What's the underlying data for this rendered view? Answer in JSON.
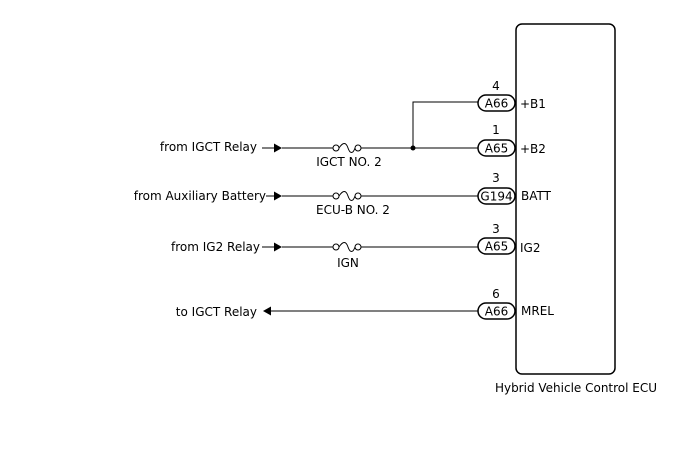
{
  "ecu": {
    "name": "Hybrid Vehicle Control ECU"
  },
  "junction_wire": {
    "connector": "A66",
    "pin": "4",
    "terminal": "+B1"
  },
  "circuits": [
    {
      "source": "from IGCT Relay",
      "direction": "in",
      "fuse": "IGCT NO. 2",
      "connector": "A65",
      "pin": "1",
      "terminal": "+B2"
    },
    {
      "source": "from Auxiliary Battery",
      "direction": "in",
      "fuse": "ECU-B NO. 2",
      "connector": "G194",
      "pin": "3",
      "terminal": "BATT"
    },
    {
      "source": "from IG2 Relay",
      "direction": "in",
      "fuse": "IGN",
      "connector": "A65",
      "pin": "3",
      "terminal": "IG2"
    },
    {
      "source": "to IGCT Relay",
      "direction": "out",
      "fuse": "",
      "connector": "A66",
      "pin": "6",
      "terminal": "MREL"
    }
  ]
}
